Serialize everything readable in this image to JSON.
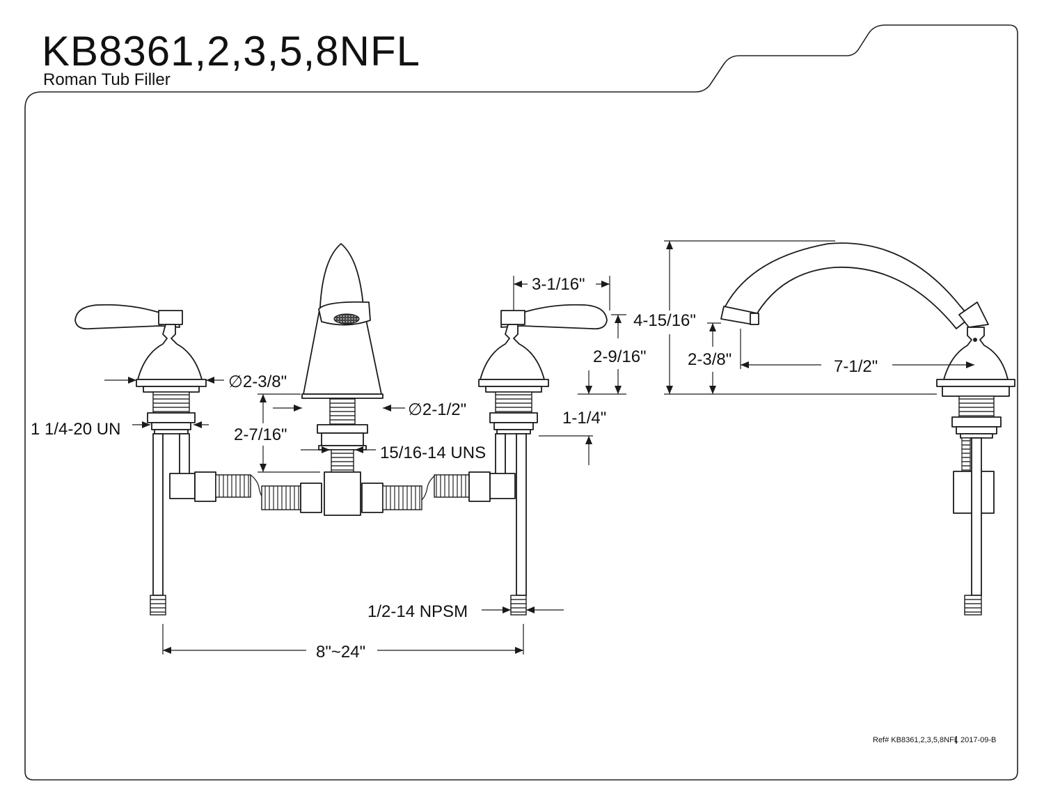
{
  "header": {
    "title": "KB8361,2,3,5,8NFL",
    "subtitle": "Roman Tub Filler"
  },
  "dimensions": {
    "handle_base_diameter": "∅2-3/8\"",
    "spout_base_diameter": "∅2-1/2\"",
    "handle_thread": "1 1/4-20 UN",
    "spout_shank_length": "2-7/16\"",
    "spout_thread": "15/16-14 UNS",
    "handle_length": "3-1/16\"",
    "handle_height": "2-9/16\"",
    "valve_shank_length": "1-1/4\"",
    "overall_height": "4-15/16\"",
    "spout_clearance": "2-3/8\"",
    "spout_reach": "7-1/2\"",
    "inlet_thread": "1/2-14 NPSM",
    "center_spread": "8\"~24\""
  },
  "footer": {
    "ref_text": "Ref# KB8361,2,3,5,8NFL",
    "date_text": "2017-09-B"
  }
}
